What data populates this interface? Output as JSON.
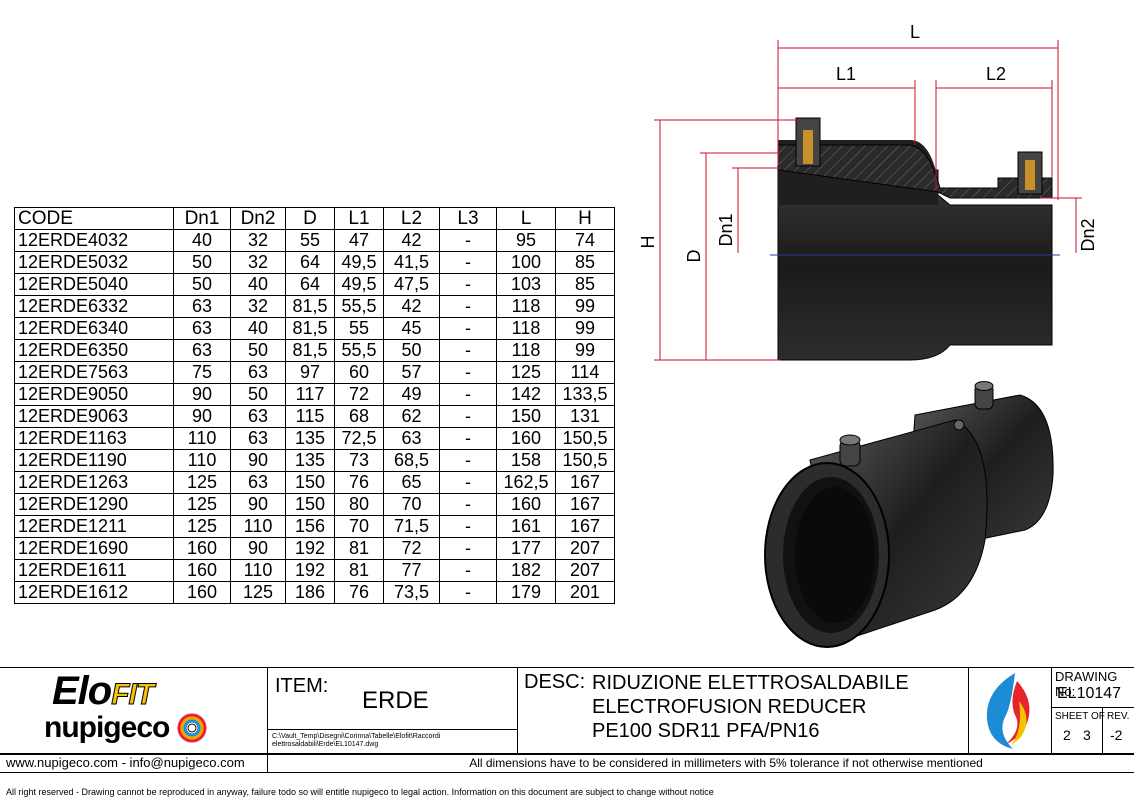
{
  "table": {
    "headers": [
      "CODE",
      "Dn1",
      "Dn2",
      "D",
      "L1",
      "L2",
      "L3",
      "L",
      "H"
    ],
    "rows": [
      [
        "12ERDE4032",
        "40",
        "32",
        "55",
        "47",
        "42",
        "-",
        "95",
        "74"
      ],
      [
        "12ERDE5032",
        "50",
        "32",
        "64",
        "49,5",
        "41,5",
        "-",
        "100",
        "85"
      ],
      [
        "12ERDE5040",
        "50",
        "40",
        "64",
        "49,5",
        "47,5",
        "-",
        "103",
        "85"
      ],
      [
        "12ERDE6332",
        "63",
        "32",
        "81,5",
        "55,5",
        "42",
        "-",
        "118",
        "99"
      ],
      [
        "12ERDE6340",
        "63",
        "40",
        "81,5",
        "55",
        "45",
        "-",
        "118",
        "99"
      ],
      [
        "12ERDE6350",
        "63",
        "50",
        "81,5",
        "55,5",
        "50",
        "-",
        "118",
        "99"
      ],
      [
        "12ERDE7563",
        "75",
        "63",
        "97",
        "60",
        "57",
        "-",
        "125",
        "114"
      ],
      [
        "12ERDE9050",
        "90",
        "50",
        "117",
        "72",
        "49",
        "-",
        "142",
        "133,5"
      ],
      [
        "12ERDE9063",
        "90",
        "63",
        "115",
        "68",
        "62",
        "-",
        "150",
        "131"
      ],
      [
        "12ERDE1163",
        "110",
        "63",
        "135",
        "72,5",
        "63",
        "-",
        "160",
        "150,5"
      ],
      [
        "12ERDE1190",
        "110",
        "90",
        "135",
        "73",
        "68,5",
        "-",
        "158",
        "150,5"
      ],
      [
        "12ERDE1263",
        "125",
        "63",
        "150",
        "76",
        "65",
        "-",
        "162,5",
        "167"
      ],
      [
        "12ERDE1290",
        "125",
        "90",
        "150",
        "80",
        "70",
        "-",
        "160",
        "167"
      ],
      [
        "12ERDE1211",
        "125",
        "110",
        "156",
        "70",
        "71,5",
        "-",
        "161",
        "167"
      ],
      [
        "12ERDE1690",
        "160",
        "90",
        "192",
        "81",
        "72",
        "-",
        "177",
        "207"
      ],
      [
        "12ERDE1611",
        "160",
        "110",
        "192",
        "81",
        "77",
        "-",
        "182",
        "207"
      ],
      [
        "12ERDE1612",
        "160",
        "125",
        "186",
        "76",
        "73,5",
        "-",
        "179",
        "201"
      ]
    ]
  },
  "drawing": {
    "dims": {
      "L": "L",
      "L1": "L1",
      "L2": "L2",
      "H": "H",
      "D": "D",
      "Dn1": "Dn1",
      "Dn2": "Dn2"
    }
  },
  "titleblock": {
    "logo_elo": "Elo",
    "logo_fit": "FIT",
    "logo_nupigeco": "nupigeco",
    "website": "www.nupigeco.com - info@nupigeco.com",
    "item_label": "ITEM:",
    "item_value": "ERDE",
    "path_line1": "C:\\Vault_Temp\\Disegni\\Corinna\\Tabelle\\Elofit\\Raccordi",
    "path_line2": "elettrosaldabili\\Erde\\EL10147.dwg",
    "desc_label": "DESC:",
    "desc_line1": "RIDUZIONE ELETTROSALDABILE",
    "desc_line2": "ELECTROFUSION REDUCER",
    "desc_line3": "PE100 SDR11 PFA/PN16",
    "drawing_no_label": "DRAWING No:",
    "drawing_no": "EL10147",
    "sheet_label": "SHEET OF",
    "sheet": "2",
    "of": "3",
    "rev_label": "REV.",
    "rev": "-2",
    "tolerance": "All dimensions have to be considered in millimeters with 5% tolerance if not otherwise mentioned",
    "rights": "All right reserved - Drawing cannot be reproduced in anyway, failure todo so will entitle nupigeco to legal action. Information on this document are subject to change without notice"
  },
  "colors": {
    "dimension": "#c8102e",
    "fit_yellow": "#f5c400",
    "centerline": "#2b3a9e",
    "pipe": "#1b1b1b"
  }
}
